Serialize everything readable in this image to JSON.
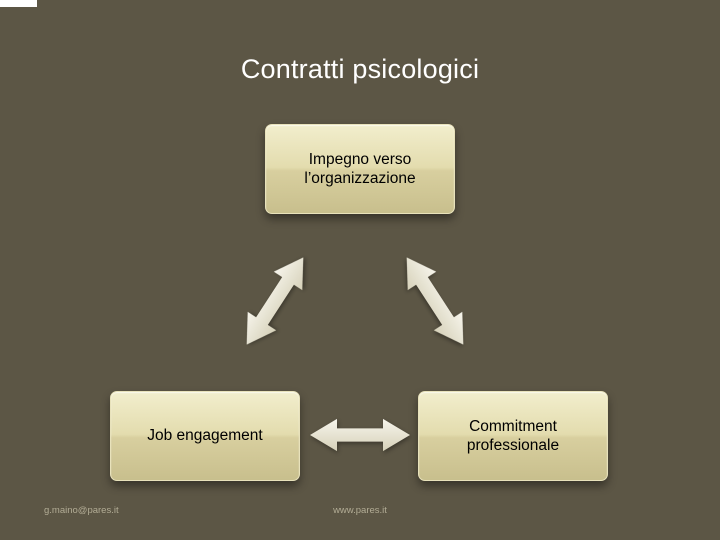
{
  "slide": {
    "title": "Contratti psicologici"
  },
  "diagram": {
    "nodes": [
      {
        "id": "impegno",
        "label": "Impegno verso l’organizzazione"
      },
      {
        "id": "job-engagement",
        "label": "Job engagement"
      },
      {
        "id": "commitment",
        "label": "Commitment professionale"
      }
    ],
    "arrows": [
      {
        "from": "impegno",
        "to": "job-engagement",
        "style": "double-headed"
      },
      {
        "from": "impegno",
        "to": "commitment",
        "style": "double-headed"
      },
      {
        "from": "job-engagement",
        "to": "commitment",
        "style": "double-headed"
      }
    ]
  },
  "footer": {
    "email": "g.maino@pares.it",
    "website": "www.pares.it"
  },
  "colors": {
    "slide-bg": "#5c5645",
    "title-text": "#ffffff",
    "node-fill-top": "#f2eecd",
    "node-fill-mid": "#e3dcae",
    "node-fill-bottom": "#c8bf8d",
    "node-border": "#e8e2bb",
    "node-text": "#000000",
    "footer-text": "#b2ac95"
  }
}
